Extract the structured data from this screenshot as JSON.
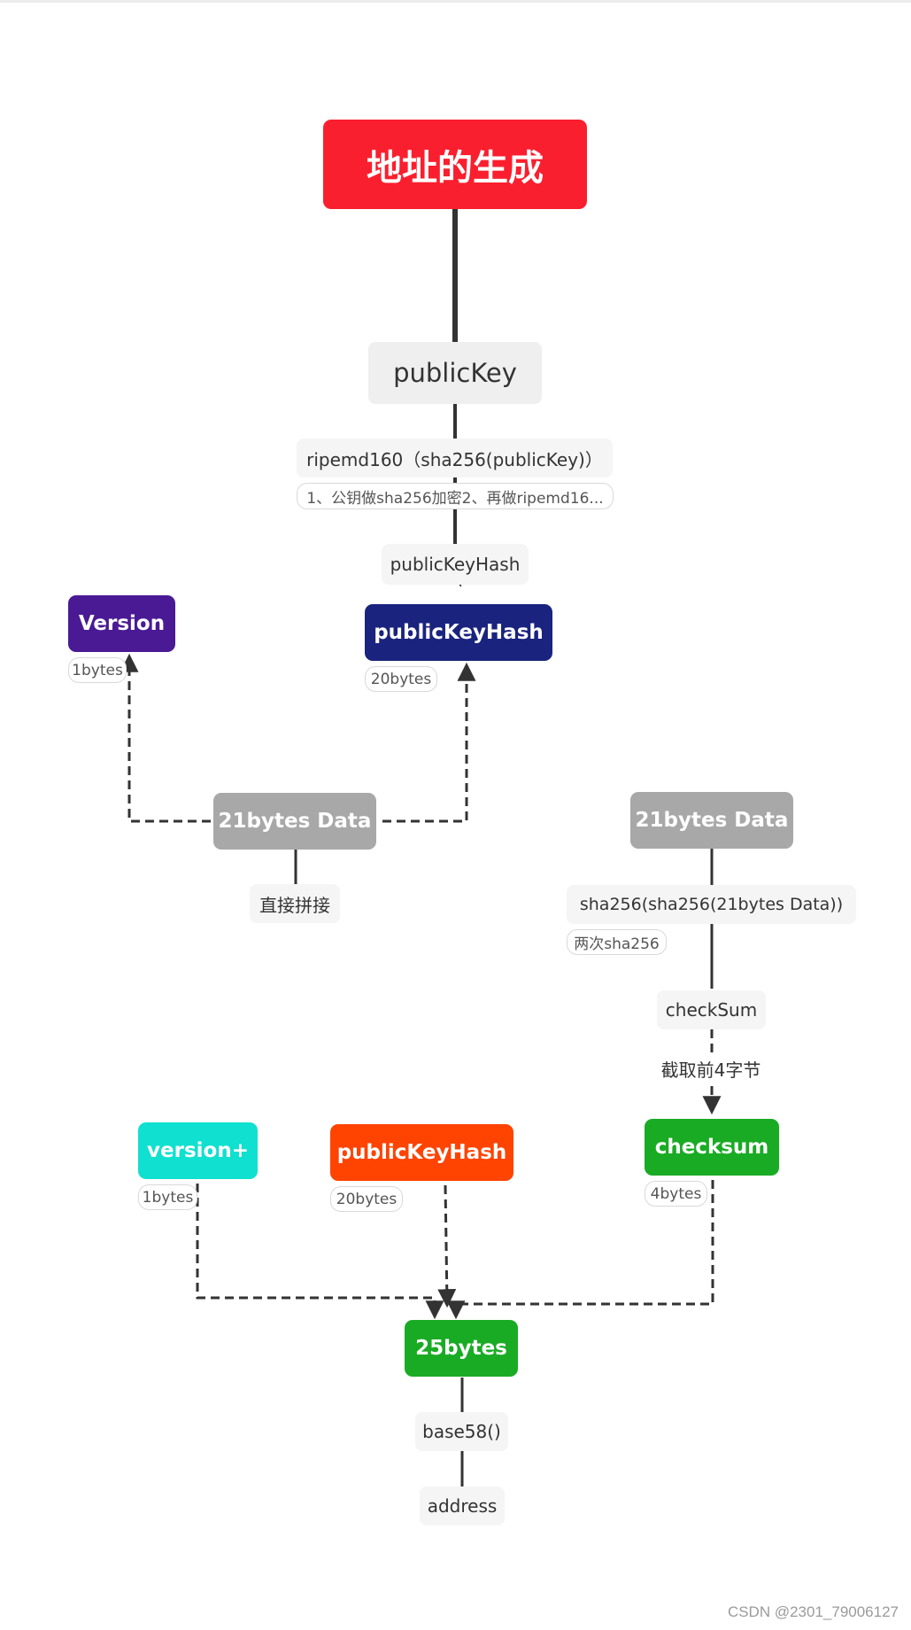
{
  "root": {
    "title": "地址的生成",
    "color": "#fa1f2e"
  },
  "public_key": {
    "label": "publicKey"
  },
  "hash_step": {
    "label": "ripemd160（sha256(publicKey)）",
    "note": "1、公钥做sha256加密2、再做ripemd16..."
  },
  "public_key_hash_edge": {
    "label": "publicKeyHash"
  },
  "nodes": {
    "version_top": {
      "label": "Version",
      "note": "1bytes",
      "color": "#4a1a95"
    },
    "pkh_top": {
      "label": "publicKeyHash",
      "note": "20bytes",
      "color": "#1a237e"
    },
    "data_left": {
      "label": "21bytes Data",
      "color": "#a8a8a8"
    },
    "data_right": {
      "label": "21bytes Data",
      "color": "#a8a8a8"
    },
    "version_bottom": {
      "label": "version+",
      "note": "1bytes",
      "color": "#10e0cf"
    },
    "pkh_bottom": {
      "label": "publicKeyHash",
      "note": "20bytes",
      "color": "#ff4300"
    },
    "checksum": {
      "label": "checksum",
      "note": "4bytes",
      "color": "#1aab24"
    },
    "bytes25": {
      "label": "25bytes",
      "color": "#1aab24"
    }
  },
  "concat_label": "直接拼接",
  "double_sha": {
    "label": "sha256(sha256(21bytes Data))",
    "note": "两次sha256"
  },
  "checksum_edge": {
    "label": "checkSum"
  },
  "truncate_label": "截取前4字节",
  "base58_label": "base58()",
  "address_label": "address",
  "watermark": "CSDN @2301_79006127"
}
